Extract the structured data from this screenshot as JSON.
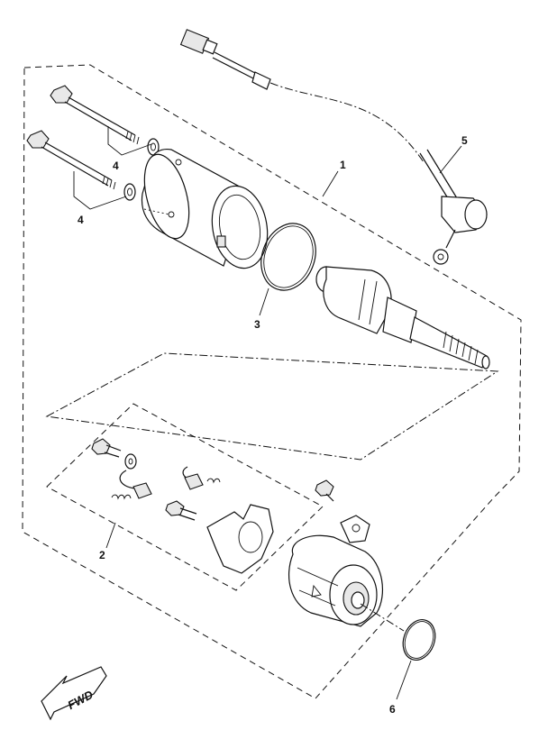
{
  "callouts": {
    "c1": "1",
    "c2": "2",
    "c3": "3",
    "c4a": "4",
    "c4b": "4",
    "c5": "5",
    "c6": "6"
  },
  "direction": {
    "label": "FWD"
  }
}
